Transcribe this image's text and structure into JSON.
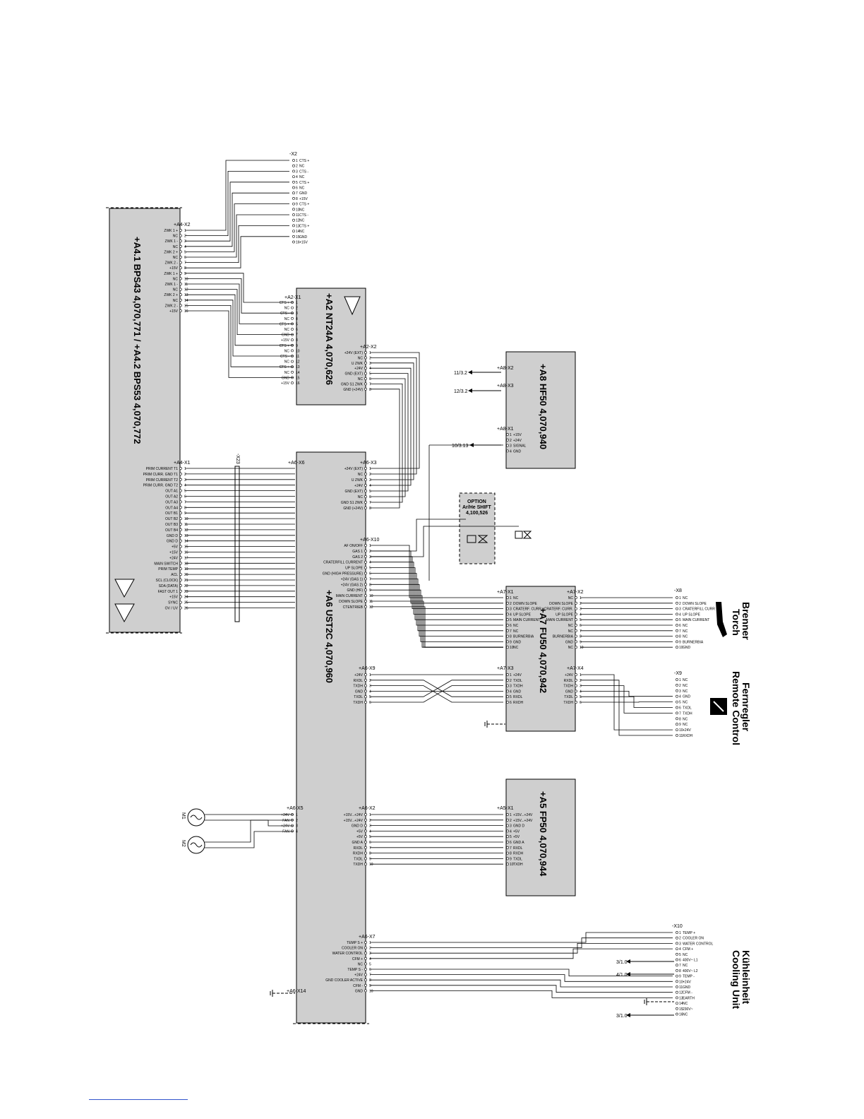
{
  "modules": {
    "a4": {
      "title": "+A4.1  BPS43 4,070,771  /  +A4.2  BPS53 4,070,772",
      "x2_label": "+A4-X2",
      "x1_label": "+A4-X1"
    },
    "a2": {
      "title": "+A2   NT24A   4,070,626",
      "x1_label": "+A2-X1",
      "x2_label": "+A2-X2"
    },
    "a6": {
      "title": "+A6    UST2C    4,070,960",
      "x6_label": "+A6-X6",
      "x3_label": "+A6-X3",
      "x10_label": "+A6-X10",
      "x9_label": "+A6-X9",
      "x5_label": "+A6-X5",
      "x2_label": "+A6-X2",
      "x7_label": "+A6-X7",
      "x14_label": "+A6-X14"
    },
    "a8": {
      "title": "+A8   HF50   4,070,940",
      "x2_label": "+A8-X2",
      "x3_label": "+A8-X3",
      "x1_label": "+A8-X1"
    },
    "a7": {
      "title": "+A7    FU50    4,070,942",
      "x1_label": "+A7-X1",
      "x2_label": "+A7-X2",
      "x3_label": "+A7-X3",
      "x4_label": "+A7-X4"
    },
    "a5": {
      "title": "+A5   FP50   4,070,944",
      "x1_label": "+A5-X1"
    },
    "option": {
      "line1": "OPTION",
      "line2": "Ar/He SHIFT",
      "line3": "4,100,526"
    }
  },
  "connectors": {
    "x2": "-X2",
    "x8": "-X8",
    "x9": "-X9",
    "x10": "-X10",
    "x23": "-X23"
  },
  "external": {
    "torch_de": "Brenner",
    "torch_en": "Torch",
    "remote_de": "Fernregler",
    "remote_en": "Remote Control",
    "cooling_de": "Kühleinheit",
    "cooling_en": "Cooling Unit"
  },
  "refs": {
    "r1": "11/3.2",
    "r2": "12/3.2",
    "r3": "10/3.13",
    "r4": "3/1.0",
    "r5": "4/1.0",
    "r6": "3/1.0"
  },
  "fans": {
    "m1": "M1",
    "m2": "M2"
  },
  "pins": {
    "top_x2": [
      "CTS +",
      "NC",
      "CTS -",
      "NC",
      "CTS +",
      "NC",
      "GND",
      "+15V",
      "CTS +",
      "NC",
      "CTS -",
      "NC",
      "CTS +",
      "NC",
      "GND",
      "+15V"
    ],
    "a4_x2": [
      "ZWK 1 +",
      "NC",
      "ZWK 1 -",
      "NC",
      "ZWK 2 +",
      "NC",
      "ZWK 2 -",
      "+15V",
      "ZWK 1 +",
      "NC",
      "ZWK 1 -",
      "NC",
      "ZWK 2 +",
      "NC",
      "ZWK 2 -",
      "+15V"
    ],
    "a2_x1": [
      "CTS +",
      "NC",
      "CTS -",
      "NC",
      "CTS +",
      "NC",
      "GND",
      "+15V",
      "CTS +",
      "NC",
      "CTS -",
      "NC",
      "CTS +",
      "NC",
      "GND",
      "+15V"
    ],
    "a2_x2": [
      "+24V (EXT)",
      "NC",
      "U ZWK",
      "+24V",
      "GND (EXT)",
      "NC",
      "GND S1 ZWK",
      "GND (+24V)"
    ],
    "a4_x1": [
      "PRIM CURRENT T1",
      "PRIM CURR. GND T1",
      "PRIM CURRENT T2",
      "PRIM CURR. GND T2",
      "OUT A1",
      "OUT A2",
      "OUT A3",
      "OUT A4",
      "OUT B1",
      "OUT B2",
      "OUT B3",
      "OUT B4",
      "GND D",
      "GND D",
      "+5V",
      "+15V",
      "+24V",
      "MAIN SWITCH",
      "PRIM TEMP",
      "ACL",
      "SCL (CLOCK)",
      "SDA (DATA)",
      "FAST OUT 1",
      "+15V",
      "SYNC",
      "OV / UV"
    ],
    "a6_x3": [
      "+24V (EXT)",
      "NC",
      "U ZWK",
      "+24V",
      "GND (EXT)",
      "NC",
      "GND S1 ZWK",
      "GND (+24V)"
    ],
    "a6_x10": [
      "AF ON/OFF",
      "GAS 1",
      "GAS 2",
      "CRATERFILL CURRENT",
      "UP SLOPE",
      "GND (HIGH PRESSURE)",
      "+24V (GAS 1)",
      "+24V (GAS 2)",
      "GND (HF)",
      "MAIN CURRENT",
      "DOWN SLOPE",
      "CTENTRIEB"
    ],
    "a8_x1": [
      "+15V",
      "+24V",
      "SIGNAL",
      "GND"
    ],
    "a7_x1": [
      "NC",
      "DOWN SLOPE",
      "CRATERF. CURR.",
      "UP SLOPE",
      "MAIN CURRENT",
      "NC",
      "NC",
      "BURNERBIA",
      "GND",
      "NC"
    ],
    "a7_x2": [
      "NC",
      "DOWN SLOPE",
      "CRATERF. CURR.",
      "UP SLOPE",
      "MAIN CURRENT",
      "NC",
      "NC",
      "BURNERBIA",
      "GND",
      "NC"
    ],
    "x8": [
      "NC",
      "DOWN SLOPE",
      "CRATERFILL CURR",
      "UP SLOPE",
      "MAIN CURRENT",
      "NC",
      "NC",
      "NC",
      "BURNERBIA",
      "GND"
    ],
    "a6_x9": [
      "+24V",
      "RXDL",
      "TXDH",
      "GND",
      "TXDL",
      "TXDH"
    ],
    "a7_x3": [
      "+24V",
      "TXDL",
      "TXDH",
      "GND",
      "RXDL",
      "RXDH"
    ],
    "a7_x4": [
      "+24V",
      "RXDL",
      "TXDH",
      "GND",
      "TXDL",
      "TXDH"
    ],
    "x9": [
      "NC",
      "NC",
      "NC",
      "GND",
      "NC",
      "TXDL",
      "TXDH",
      "NC",
      "NC",
      "+24V",
      "RXDH"
    ],
    "a6_x5": [
      "+24V",
      "FAN",
      "+24V",
      "FAN"
    ],
    "a6_x2": [
      "+15V...+24V",
      "+15V...+24V",
      "GND D",
      "+5V",
      "+5V",
      "GND A",
      "RXDL",
      "RXDH",
      "TXDL",
      "TXDH"
    ],
    "a5_x1": [
      "+15V...+24V",
      "+15V...+24V",
      "GND D",
      "+5V",
      "+5V",
      "GND A",
      "RXDL",
      "RXDH",
      "TXDL",
      "TXDH"
    ],
    "a6_x7": [
      "TEMP S +",
      "COOLER ON",
      "WATER CONTROL",
      "CFM +",
      "NC",
      "TEMP S -",
      "+24V",
      "GND COOLER ACTIVE",
      "CFM -",
      "GND"
    ],
    "x10": [
      "TEMP +",
      "COOLER ON",
      "WATER CONTROL",
      "CFM +",
      "NC",
      "400V~ L1",
      "NC",
      "400V~ L2",
      "TEMP -",
      "+24V",
      "GND",
      "CFM -",
      "EARTH",
      "NC",
      "230V~",
      "NC"
    ]
  }
}
